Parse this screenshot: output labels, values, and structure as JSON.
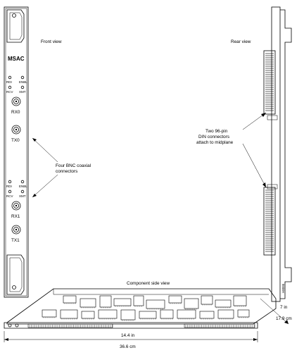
{
  "labels": {
    "front_view": "Front view",
    "rear_view": "Rear view",
    "component_side_view": "Component side view",
    "bnc_line1": "Four BNC coaxial",
    "bnc_line2": "connectors",
    "din_line1": "Two 96-pin",
    "din_line2": "DIN connectors",
    "din_line3": "attach to midplane",
    "figure_id": "H8095"
  },
  "front_panel": {
    "module_name": "MSAC",
    "top_led_labels": [
      "RDI",
      "ENBL",
      "RCV",
      "XMT"
    ],
    "bottom_led_labels": [
      "RDI",
      "ENBL",
      "RCV",
      "XMT"
    ],
    "connectors": [
      "RX0",
      "TX0",
      "RX1",
      "TX1"
    ]
  },
  "dimensions": {
    "depth_in": "7 in",
    "depth_cm": "17.9 cm",
    "length_in": "14.4 in",
    "length_cm": "36.6 cm"
  }
}
